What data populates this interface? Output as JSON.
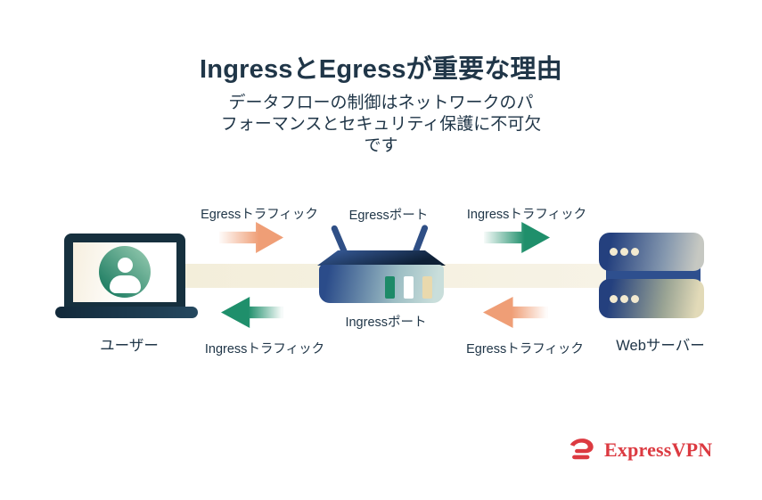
{
  "header": {
    "title": "IngressとEgressが重要な理由",
    "subtitle_lines": [
      "データフローの制御はネットワークのパ",
      "フォーマンスとセキュリティ保護に不可欠",
      "です"
    ]
  },
  "diagram": {
    "nodes": {
      "user": {
        "label": "ユーザー",
        "icon": "laptop-user-icon"
      },
      "router": {
        "icon": "wifi-router-icon",
        "egress_port_label": "Egressポート",
        "ingress_port_label": "Ingressポート",
        "indicator_lights": [
          "green",
          "white",
          "cream"
        ]
      },
      "web_server": {
        "label": "Webサーバー",
        "icon": "server-rack-icon"
      }
    },
    "flows": [
      {
        "position": "top-left",
        "label": "Egressトラフィック",
        "direction": "right",
        "color": "#ef9e76"
      },
      {
        "position": "top-right",
        "label": "Ingressトラフィック",
        "direction": "right",
        "color": "#1f8f6b"
      },
      {
        "position": "bottom-left",
        "label": "Ingressトラフィック",
        "direction": "left",
        "color": "#1f8f6b"
      },
      {
        "position": "bottom-right",
        "label": "Egressトラフィック",
        "direction": "left",
        "color": "#ef9e76"
      }
    ]
  },
  "brand": {
    "name": "ExpressVPN",
    "icon": "expressvpn-logo-icon",
    "color": "#dc3a41"
  },
  "colors": {
    "text_navy": "#203648",
    "orange": "#ef9e76",
    "green": "#1f8f6b",
    "band_beige": "#f3eeda",
    "router_blue": "#2b4c8a",
    "dark_frame": "#16303e",
    "brand_red": "#dc3a41"
  }
}
